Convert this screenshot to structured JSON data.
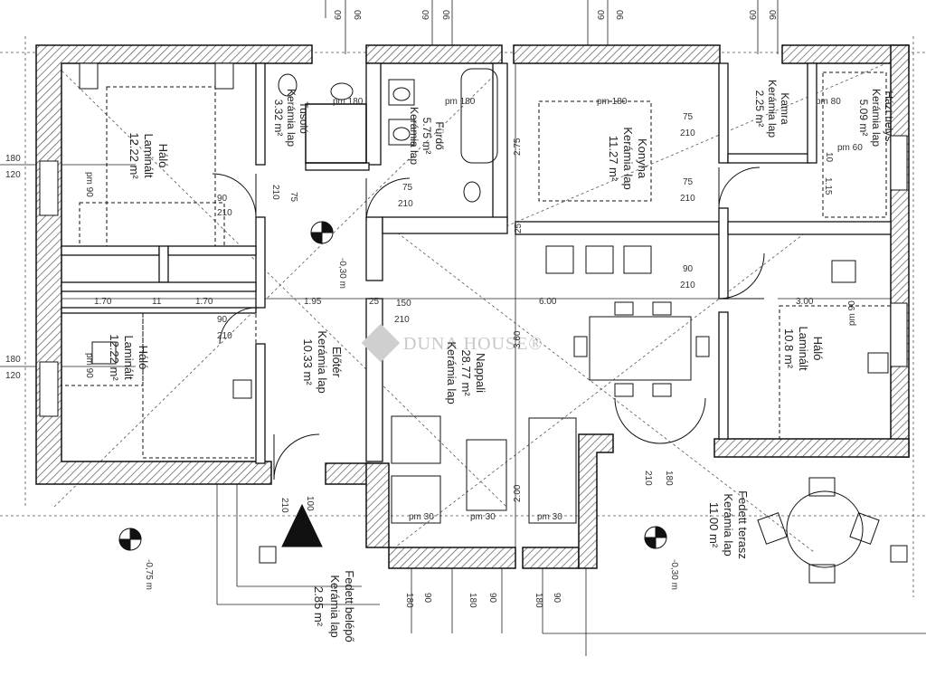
{
  "watermark": "DUNA HOUSE®",
  "rooms": {
    "halo1": {
      "name": "Háló",
      "floor": "Laminált",
      "area": "12.22 m²"
    },
    "tuso": {
      "name": "Tusoló",
      "floor": "Kerámia lap",
      "area": "3.32 m²"
    },
    "furdo": {
      "name": "Fürdő",
      "floor": "Kerámia lap",
      "area": "5.75 m²"
    },
    "konyha": {
      "name": "Konyha",
      "floor": "Kerámia lap",
      "area": "11.27 m²"
    },
    "kamra": {
      "name": "Kamra",
      "floor": "Kerámia lap",
      "area": "2.25 m²"
    },
    "haztar": {
      "name": "Házt.helys.",
      "floor": "Kerámia lap",
      "area": "5.09 m²"
    },
    "halo2": {
      "name": "Háló",
      "floor": "Laminált",
      "area": "12.22 m²"
    },
    "eloter": {
      "name": "Előtér",
      "floor": "Kerámia lap",
      "area": "10.33 m²"
    },
    "nappali": {
      "name": "Nappali",
      "floor": "Kerámia lap",
      "area": "28.77 m²"
    },
    "halo3": {
      "name": "Háló",
      "floor": "Laminált",
      "area": "10.8 m²"
    },
    "terasz": {
      "name": "Fedett terasz",
      "floor": "Kerámia lap",
      "area": "11.00 m²"
    },
    "belepo": {
      "name": "Fedett belépő",
      "floor": "Kerámia lap",
      "area": "2.85 m²"
    }
  },
  "levels": {
    "hall": "-0,30 m",
    "entry": "-0,75 m",
    "terrace": "-0,30 m"
  },
  "dims": {
    "d60": "60",
    "d90": "90",
    "d180": "180",
    "d120": "120",
    "d210": "210",
    "d75": "75",
    "d100": "100",
    "d150": "150",
    "d25": "25",
    "d11": "11",
    "d10": "10",
    "d170": "1.70",
    "d195": "1.95",
    "d600": "6.00",
    "d300": "3.00",
    "d275": "2.75",
    "d360": "3.60",
    "d200": "2.00",
    "d115": "1.15",
    "pm90": "pm 90",
    "pm180": "pm 180",
    "pm30": "pm 30",
    "pm80": "pm 80",
    "pm60": "pm 60"
  }
}
